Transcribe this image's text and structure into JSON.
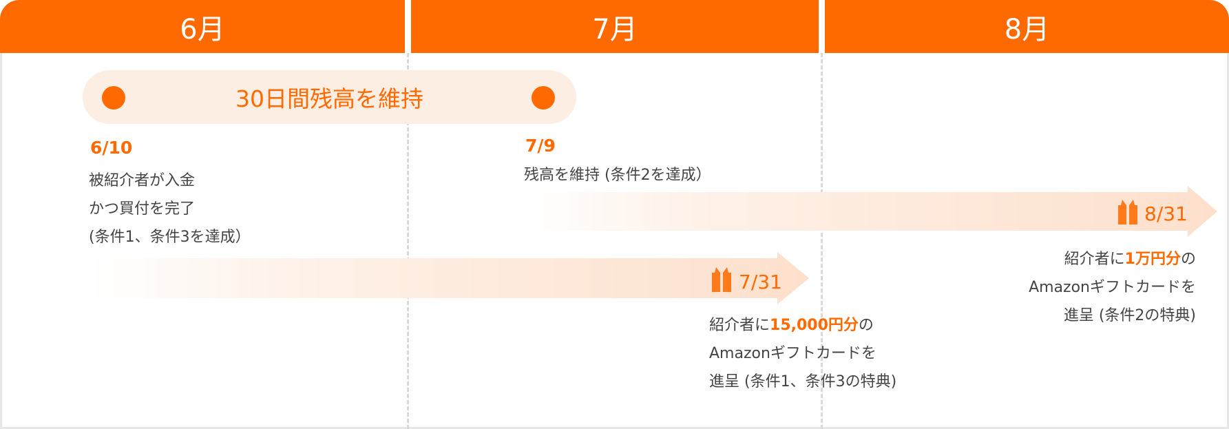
{
  "months": [
    "6月",
    "7月",
    "8月"
  ],
  "period_label": "30日間残高を維持",
  "events": [
    {
      "date": "6/10",
      "lines": [
        "被紹介者が入金",
        "かつ買付を完了",
        "(条件1、条件3を達成）"
      ]
    },
    {
      "date": "7/9",
      "lines": [
        "残高を維持 (条件2を達成）"
      ]
    }
  ],
  "rewards": [
    {
      "date": "7/31",
      "pre": "紹介者に",
      "amount": "15,000円分",
      "post": "の",
      "line2": "Amazonギフトカードを",
      "line3": "進呈 (条件1、条件3の特典)"
    },
    {
      "date": "8/31",
      "pre": "紹介者に",
      "amount": "1万円分",
      "post": "の",
      "line2": "Amazonギフトカードを",
      "line3": "進呈 (条件2の特典)"
    }
  ],
  "colors": {
    "accent": "#ff6a00",
    "pill": "#fdeee3",
    "text": "#444444"
  }
}
